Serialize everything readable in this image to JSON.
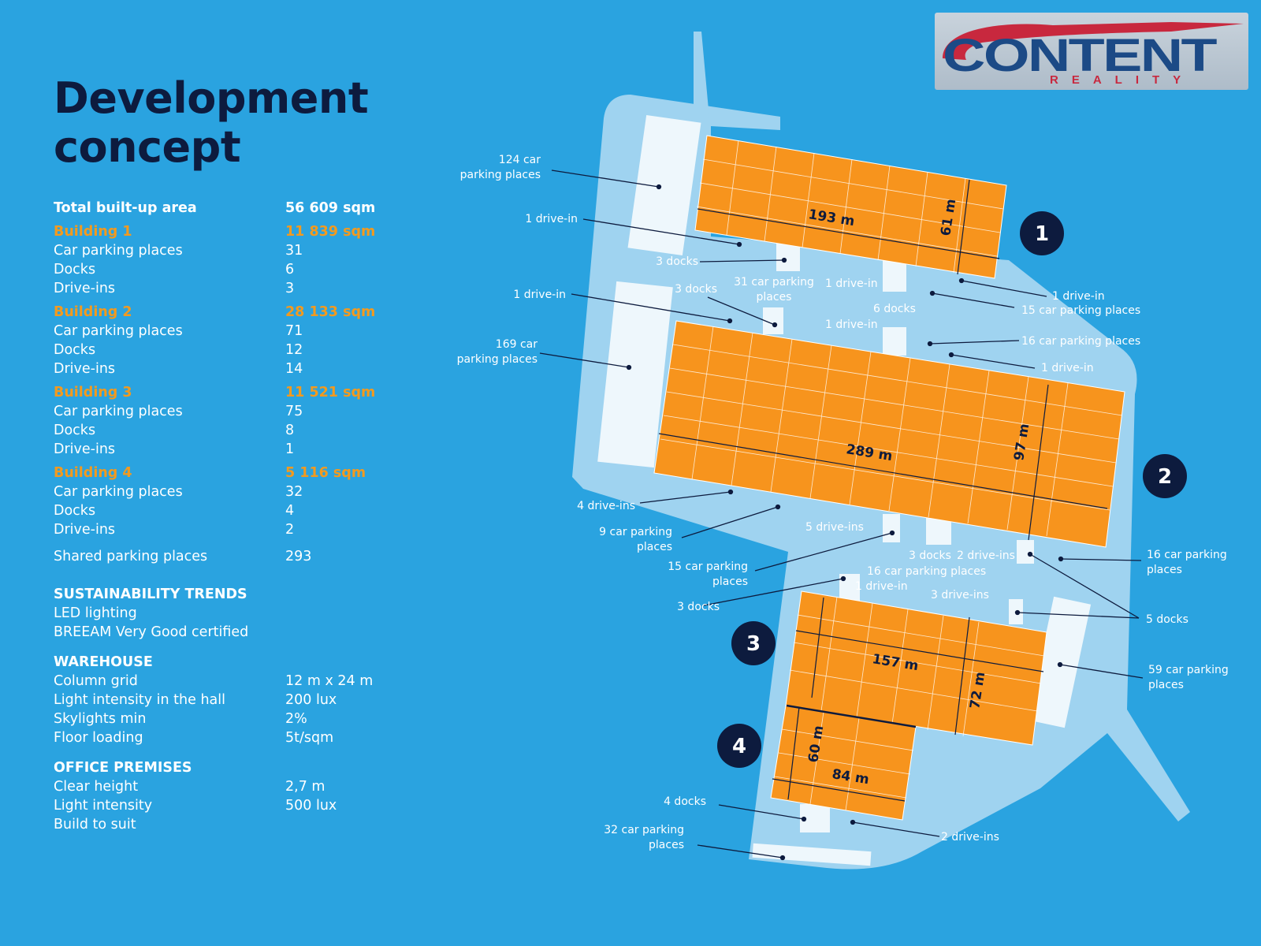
{
  "title_line1": "Development",
  "title_line2": "concept",
  "logo": {
    "name": "CONTENT",
    "sub": "REALITY"
  },
  "summary": {
    "label": "Total built-up area",
    "value": "56 609  sqm"
  },
  "buildings": [
    {
      "label": "Building 1",
      "area": "11 839 sqm",
      "rows": [
        {
          "label": "Car parking places",
          "value": "31"
        },
        {
          "label": "Docks",
          "value": "6"
        },
        {
          "label": "Drive-ins",
          "value": "3"
        }
      ]
    },
    {
      "label": "Building 2",
      "area": "28 133 sqm",
      "rows": [
        {
          "label": "Car parking places",
          "value": "71"
        },
        {
          "label": "Docks",
          "value": "12"
        },
        {
          "label": "Drive-ins",
          "value": "14"
        }
      ]
    },
    {
      "label": "Building 3",
      "area": "11 521 sqm",
      "rows": [
        {
          "label": "Car parking places",
          "value": "75"
        },
        {
          "label": "Docks",
          "value": "8"
        },
        {
          "label": "Drive-ins",
          "value": "1"
        }
      ]
    },
    {
      "label": "Building 4",
      "area": "5 116 sqm",
      "rows": [
        {
          "label": "Car parking places",
          "value": "32"
        },
        {
          "label": "Docks",
          "value": "4"
        },
        {
          "label": "Drive-ins",
          "value": "2"
        }
      ]
    }
  ],
  "shared": {
    "label": "Shared parking places",
    "value": "293"
  },
  "sustainability": {
    "heading": "SUSTAINABILITY TRENDS",
    "lines": [
      "LED lighting",
      "BREEAM Very Good certified"
    ]
  },
  "warehouse": {
    "heading": "WAREHOUSE",
    "rows": [
      {
        "label": "Column grid",
        "value": "12 m x 24 m"
      },
      {
        "label": "Light intensity in the hall",
        "value": "200 lux"
      },
      {
        "label": "Skylights min",
        "value": "2%"
      },
      {
        "label": "Floor loading",
        "value": "5t/sqm"
      }
    ]
  },
  "office": {
    "heading": "OFFICE PREMISES",
    "rows": [
      {
        "label": "Clear height",
        "value": "2,7 m"
      },
      {
        "label": "Light intensity",
        "value": "500 lux"
      },
      {
        "label": "Build to suit",
        "value": ""
      }
    ]
  },
  "plan": {
    "building_numbers": [
      "1",
      "2",
      "3",
      "4"
    ],
    "dimensions": {
      "b1_length": "193 m",
      "b1_width": "61 m",
      "b2_length": "289 m",
      "b2_width": "97 m",
      "b3_length": "157 m",
      "b3_width": "72 m",
      "b4_length": "84 m",
      "b4_width": "60 m"
    },
    "callouts": {
      "c1": "124 car\nparking places",
      "c2": "1 drive-in",
      "c3": "3 docks",
      "c4": "31 car parking\nplaces",
      "c5": "1 drive-in",
      "c6": "1 drive-in",
      "c7": "15 car parking places",
      "c8": "6 docks",
      "c9": "1 drive-in",
      "c10": "3 docks",
      "c11": "1 drive-in",
      "c12": "169 car\nparking places",
      "c13": "16 car parking places",
      "c14": "1 drive-in",
      "c15": "4 drive-ins",
      "c16": "9 car parking\nplaces",
      "c17": "5 drive-ins",
      "c18": "15 car parking\nplaces",
      "c19": "3 docks",
      "c20": "2 drive-ins",
      "c21": "16 car parking places",
      "c22": "16 car parking\nplaces",
      "c23": "1 drive-in",
      "c24": "3 docks",
      "c25": "3 drive-ins",
      "c26": "5 docks",
      "c27": "59 car parking\nplaces",
      "c28": "4 docks",
      "c29": "32 car parking\nplaces",
      "c30": "2 drive-ins"
    }
  },
  "colors": {
    "background": "#2aa3e0",
    "title": "#0d1b3e",
    "building": "#f7941d",
    "road": "#9fd3f0",
    "accent_orange": "#f39a1e",
    "badge": "#0d1b3e"
  }
}
